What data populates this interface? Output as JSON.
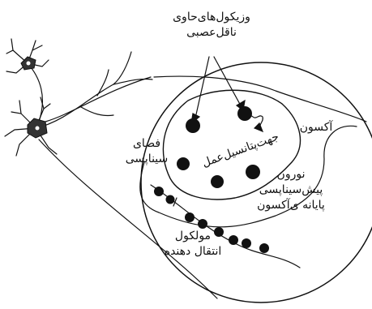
{
  "labels": {
    "vesicles": [
      "وزیکول‌های‌حاوی",
      "ناقل‌عصبی"
    ],
    "synaptic_space": [
      "فضای",
      "سیناپسی"
    ],
    "axon": "آکسون",
    "action_potential": "جهت‌پتانسیل‌عمل",
    "presynaptic": [
      "نورون",
      "پیش‌سیناپسی",
      "پایانه ی‌آکسون"
    ],
    "transmitter_molecule": [
      "مولکول",
      "انتقال دهنده"
    ]
  },
  "colors": {
    "line": "#111111",
    "neuron_body": "#333333",
    "background": "#ffffff"
  }
}
